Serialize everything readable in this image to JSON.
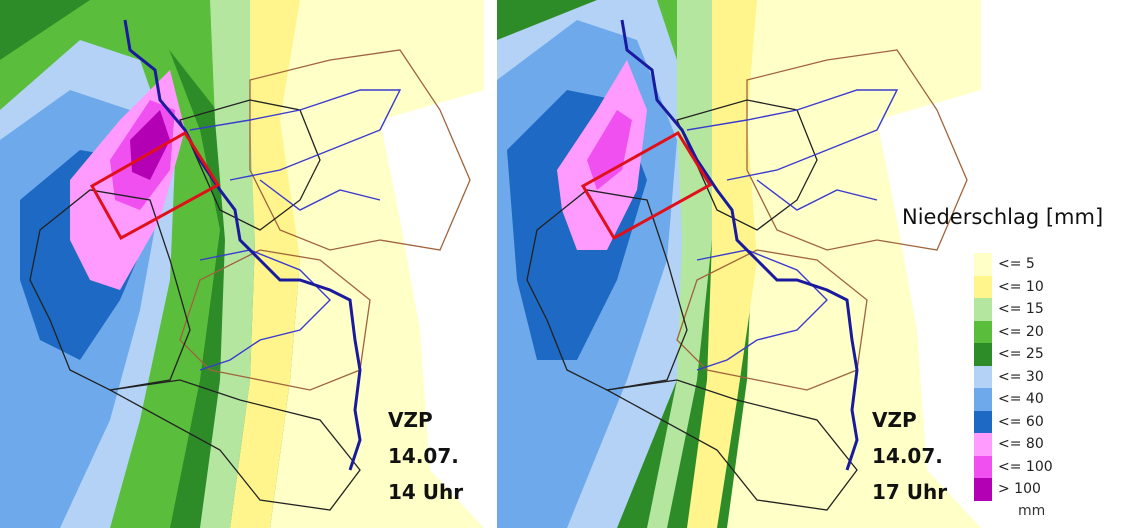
{
  "legend": {
    "title": "Niederschlag [mm]",
    "unit": "mm",
    "classes": [
      {
        "label": "<= 5",
        "color": "#ffffc8"
      },
      {
        "label": "<= 10",
        "color": "#fff58c"
      },
      {
        "label": "<= 15",
        "color": "#b4e6a0"
      },
      {
        "label": "<= 20",
        "color": "#5abe3c"
      },
      {
        "label": "<= 25",
        "color": "#2d8c28"
      },
      {
        "label": "<= 30",
        "color": "#b4d2f5"
      },
      {
        "label": "<= 40",
        "color": "#6eaaeb"
      },
      {
        "label": "<= 60",
        "color": "#1e69c3"
      },
      {
        "label": "<= 80",
        "color": "#ff9bff"
      },
      {
        "label": "<= 100",
        "color": "#f050f0"
      },
      {
        "label": "> 100",
        "color": "#b400b4"
      }
    ]
  },
  "maps": [
    {
      "line1": "VZP",
      "line2": "14.07.",
      "line3": "14 Uhr"
    },
    {
      "line1": "VZP",
      "line2": "14.07.",
      "line3": "17 Uhr"
    }
  ],
  "colors": {
    "river": "#1a1a9e",
    "tributary": "#3a3acf",
    "region_border": "#222222",
    "basin_border": "#a0643c",
    "focus_box": "#e0101a"
  }
}
